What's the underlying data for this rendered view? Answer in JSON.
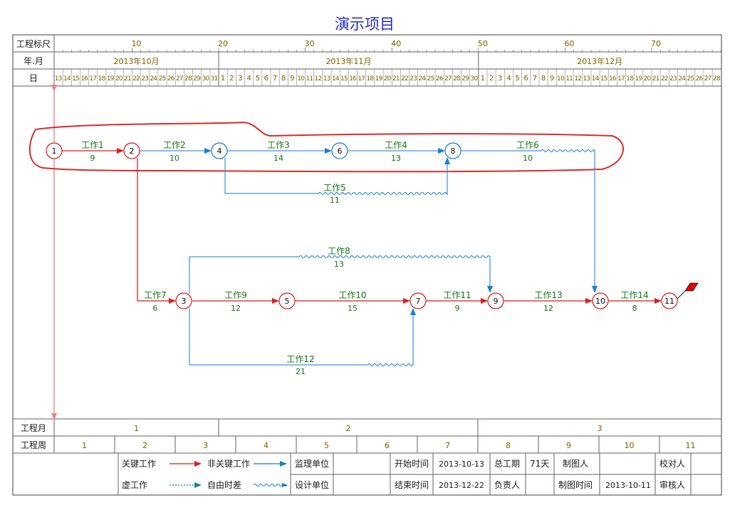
{
  "title": "演示项目",
  "colors": {
    "title": "#3030c0",
    "critical": "#e02020",
    "noncritical": "#1a7fd8",
    "label_green": "#1a7a1a",
    "timescale": "#7a6a00",
    "highlight": "#e03030",
    "dashed": "#1a8a8a",
    "grid": "#555555",
    "flag": "#e00000"
  },
  "timescale": {
    "ruler_label": "工程标尺",
    "month_label": "年.月",
    "day_label": "日",
    "ruler_ticks": [
      {
        "n": 10,
        "label": "10"
      },
      {
        "n": 20,
        "label": "20"
      },
      {
        "n": 30,
        "label": "30"
      },
      {
        "n": 40,
        "label": "40"
      },
      {
        "n": 50,
        "label": "50"
      },
      {
        "n": 60,
        "label": "60"
      },
      {
        "n": 70,
        "label": "70"
      }
    ],
    "months": [
      {
        "label": "2013年10月",
        "days": [
          13,
          14,
          15,
          16,
          17,
          18,
          19,
          20,
          21,
          22,
          23,
          24,
          25,
          26,
          27,
          28,
          29,
          30,
          31
        ]
      },
      {
        "label": "2013年11月",
        "days": [
          1,
          2,
          3,
          4,
          5,
          6,
          7,
          8,
          9,
          10,
          11,
          12,
          13,
          14,
          15,
          16,
          17,
          18,
          19,
          20,
          21,
          22,
          23,
          24,
          25,
          26,
          27,
          28,
          29,
          30
        ]
      },
      {
        "label": "2013年12月",
        "days": [
          1,
          2,
          3,
          4,
          5,
          6,
          7,
          8,
          9,
          10,
          11,
          12,
          13,
          14,
          15,
          16,
          17,
          18,
          19,
          20,
          21,
          22,
          23,
          24,
          25,
          26,
          27,
          28
        ]
      }
    ]
  },
  "nodes": [
    {
      "id": "1",
      "critical": true
    },
    {
      "id": "2",
      "critical": true
    },
    {
      "id": "3",
      "critical": true
    },
    {
      "id": "4",
      "critical": false
    },
    {
      "id": "5",
      "critical": true
    },
    {
      "id": "6",
      "critical": false
    },
    {
      "id": "7",
      "critical": true
    },
    {
      "id": "8",
      "critical": false
    },
    {
      "id": "9",
      "critical": true
    },
    {
      "id": "10",
      "critical": true
    },
    {
      "id": "11",
      "critical": true
    }
  ],
  "activities": [
    {
      "name": "工作1",
      "duration": "9",
      "from": "1",
      "to": "2",
      "critical": true
    },
    {
      "name": "工作2",
      "duration": "10",
      "from": "2",
      "to": "4",
      "critical": false
    },
    {
      "name": "工作3",
      "duration": "14",
      "from": "4",
      "to": "6",
      "critical": false
    },
    {
      "name": "工作4",
      "duration": "13",
      "from": "6",
      "to": "8",
      "critical": false
    },
    {
      "name": "工作5",
      "duration": "11",
      "from": "4",
      "to": "8",
      "critical": false,
      "float": true
    },
    {
      "name": "工作6",
      "duration": "10",
      "from": "8",
      "to": "10",
      "critical": false,
      "float": true
    },
    {
      "name": "工作7",
      "duration": "6",
      "from": "2",
      "to": "3",
      "critical": true
    },
    {
      "name": "工作8",
      "duration": "13",
      "from": "3",
      "to": "9",
      "critical": false,
      "float": true
    },
    {
      "name": "工作9",
      "duration": "12",
      "from": "3",
      "to": "5",
      "critical": true
    },
    {
      "name": "工作10",
      "duration": "15",
      "from": "5",
      "to": "7",
      "critical": true
    },
    {
      "name": "工作11",
      "duration": "9",
      "from": "7",
      "to": "9",
      "critical": true
    },
    {
      "name": "工作12",
      "duration": "21",
      "from": "3",
      "to": "7",
      "critical": false,
      "float": true
    },
    {
      "name": "工作13",
      "duration": "12",
      "from": "9",
      "to": "10",
      "critical": true
    },
    {
      "name": "工作14",
      "duration": "8",
      "from": "10",
      "to": "11",
      "critical": true
    }
  ],
  "bottom": {
    "month_label": "工程月",
    "months": [
      "1",
      "2",
      "3"
    ],
    "week_label": "工程周",
    "weeks": [
      "1",
      "2",
      "3",
      "4",
      "5",
      "6",
      "7",
      "8",
      "9",
      "10",
      "11"
    ]
  },
  "legend": {
    "critical": "关键工作",
    "noncritical": "非关键工作",
    "dummy": "虚工作",
    "free_float": "自由时差",
    "supervisor_unit": "监理单位",
    "design_unit": "设计单位",
    "start_label": "开始时间",
    "start_value": "2013-10-13",
    "end_label": "结束时间",
    "end_value": "2013-12-22",
    "total_label": "总工期",
    "total_value": "71天",
    "owner_label": "负责人",
    "drawer_label": "制图人",
    "draw_time_label": "制图时间",
    "draw_time_value": "2013-10-11",
    "checker_label": "校对人",
    "reviewer_label": "审核人"
  }
}
